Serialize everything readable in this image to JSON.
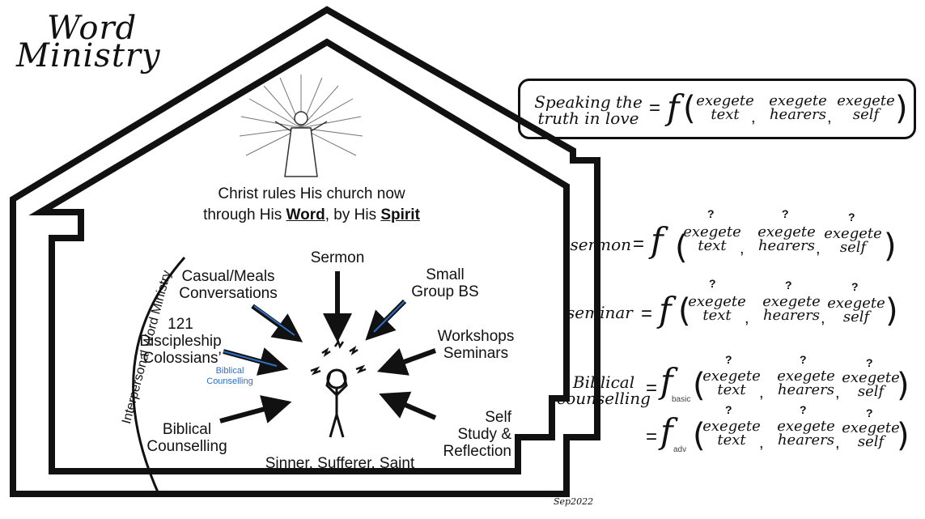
{
  "title": {
    "line1": "Word",
    "line2": "Ministry"
  },
  "center": {
    "line1": "Christ rules His church now",
    "line2_pre": "through His ",
    "word": "Word",
    "line2_mid": ", by His ",
    "spirit": "Spirit"
  },
  "arc_label": "Interpersonal Word Ministry",
  "nodes": {
    "casual": {
      "l1": "Casual/Meals",
      "l2": "Conversations"
    },
    "sermon": "Sermon",
    "small_group": {
      "l1": "Small",
      "l2": "Group BS"
    },
    "discipleship": {
      "l1": "121",
      "l2": "Discipleship",
      "l3": "‘Colossians’"
    },
    "biblical_small": {
      "l1": "Biblical",
      "l2": "Counselling"
    },
    "workshops": {
      "l1": "Workshops",
      "l2": "Seminars"
    },
    "biblical_counselling": {
      "l1": "Biblical",
      "l2": "Counselling"
    },
    "self_study": {
      "l1": "Self",
      "l2": "Study &",
      "l3": "Reflection"
    },
    "person": "Sinner, Sufferer, Saint"
  },
  "formula_box": {
    "lhs1": "Speaking the",
    "lhs2": "truth in love"
  },
  "formulas": {
    "sermon": "sermon",
    "seminar": "seminar",
    "biblical1": "Biblical",
    "biblical2": "counselling",
    "sub_basic": "basic",
    "sub_adv": "adv"
  },
  "args": {
    "exegete": "exegete",
    "text": "text",
    "hearers": "hearers",
    "self": "self",
    "q": "?",
    "eq": "=",
    "f": "f",
    "comma": ","
  },
  "footer": "Sep2022",
  "colors": {
    "blue_arrow": "#2f6fc4",
    "black": "#111111"
  }
}
